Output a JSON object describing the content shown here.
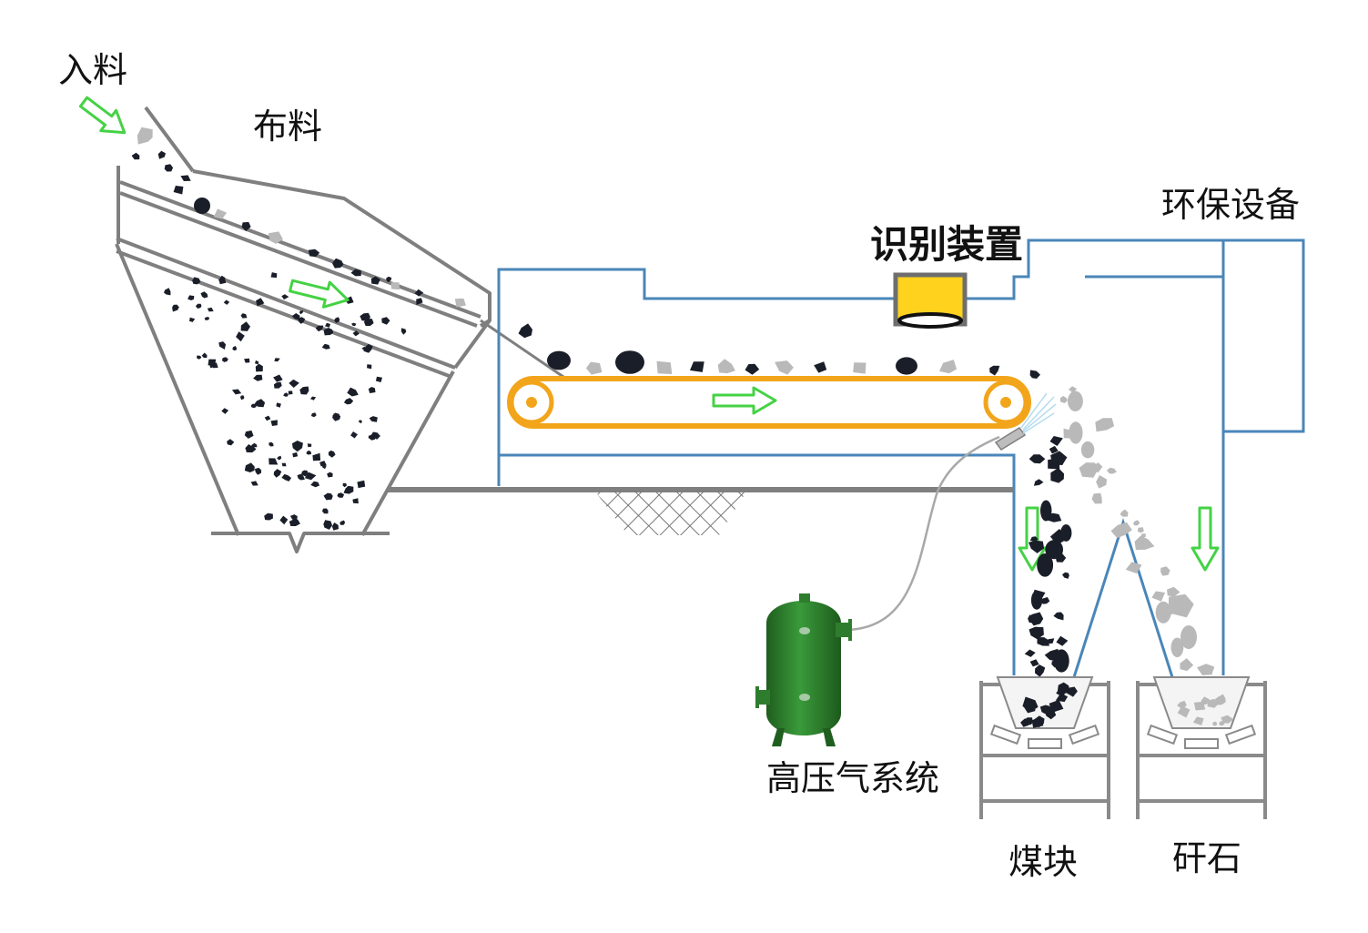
{
  "labels": {
    "feed_in": "入料",
    "distribution": "布料",
    "recognition_device": "识别装置",
    "environmental_equipment": "环保设备",
    "high_pressure_air_system": "高压气系统",
    "coal_lump": "煤块",
    "gangue": "矸石"
  },
  "colors": {
    "belt": "#f2a51b",
    "frame_blue": "#4a86b8",
    "structure_gray": "#7f7f7f",
    "arrow_green": "#45d245",
    "coal": "#1a1e28",
    "gangue": "#b9b9b9",
    "sensor_yellow": "#ffd21e",
    "tank_green": "#2e7d2e"
  },
  "icons": [
    "flow-arrow-icon",
    "conveyor-belt-icon",
    "air-tank-icon",
    "sensor-camera-icon",
    "air-nozzle-icon"
  ]
}
